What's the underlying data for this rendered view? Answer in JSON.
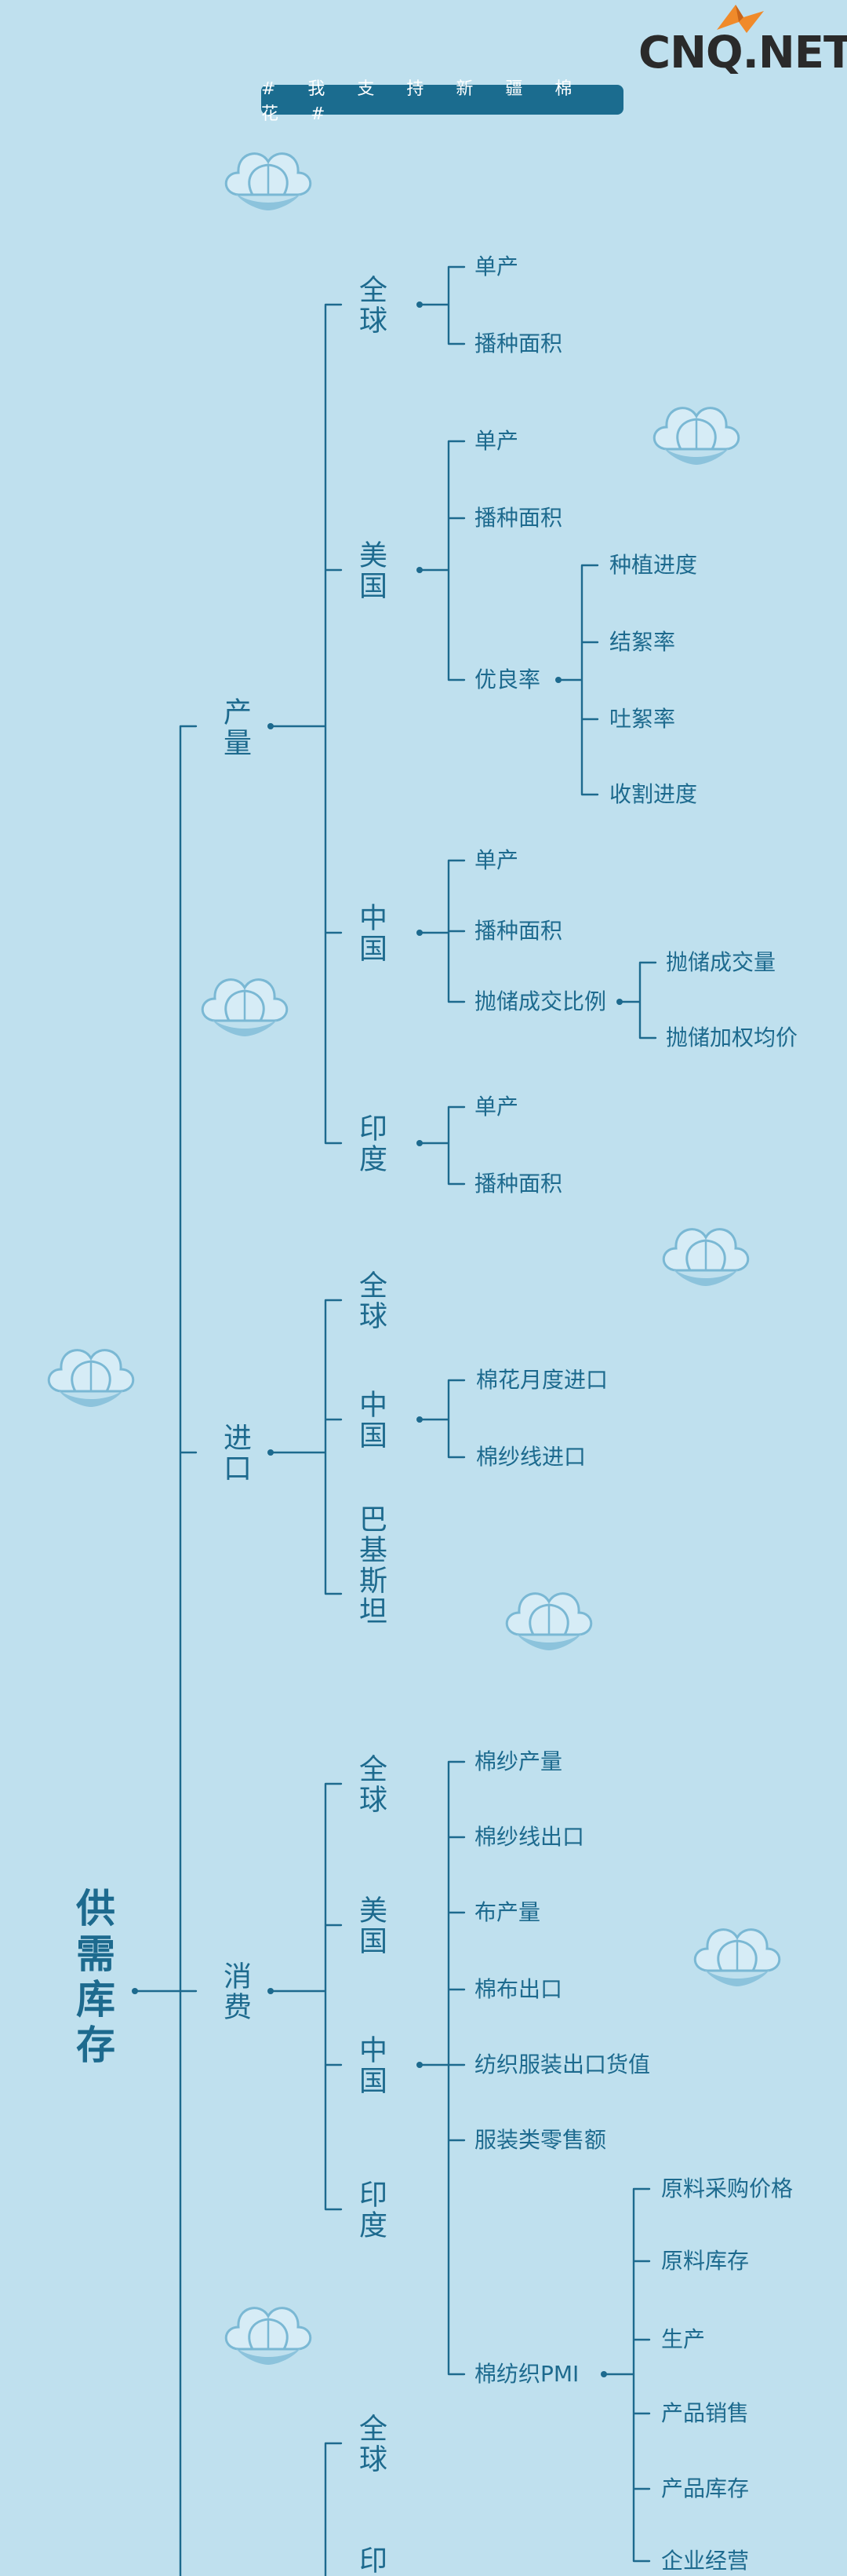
{
  "logo": {
    "text": "CNQ.NET"
  },
  "banner": "# 我 支 持 新 疆 棉 花 #",
  "colors": {
    "background": "#bfe0ee",
    "primary": "#1d6a8e",
    "banner": "#1b6c8f",
    "logo_accent": "#f08a2a"
  },
  "root": "供需库存",
  "sections": {
    "production": {
      "label": "产量",
      "global": {
        "label": "全球",
        "yield": "单产",
        "area": "播种面积"
      },
      "usa": {
        "label": "美国",
        "yield": "单产",
        "area": "播种面积",
        "good_rate": "优良率",
        "good_rate_items": [
          "种植进度",
          "结絮率",
          "吐絮率",
          "收割进度"
        ]
      },
      "china": {
        "label": "中国",
        "yield": "单产",
        "area": "播种面积",
        "reserve": "抛储成交比例",
        "reserve_items": [
          "抛储成交量",
          "抛储加权均价"
        ]
      },
      "india": {
        "label": "印度",
        "yield": "单产",
        "area": "播种面积"
      }
    },
    "import": {
      "label": "进口",
      "global": "全球",
      "china": {
        "label": "中国",
        "items": [
          "棉花月度进口",
          "棉纱线进口"
        ]
      },
      "pakistan": "巴基斯坦"
    },
    "consumption": {
      "label": "消费",
      "global": "全球",
      "usa": "美国",
      "china": {
        "label": "中国",
        "items": [
          "棉纱产量",
          "棉纱线出口",
          "布产量",
          "棉布出口",
          "纺织服装出口货值",
          "服装类零售额"
        ],
        "pmi": "棉纺织PMI",
        "pmi_items": [
          "原料采购价格",
          "原料库存",
          "生产",
          "产品销售",
          "产品库存",
          "企业经营"
        ]
      },
      "india": "印度"
    },
    "stock": {
      "global": "全球",
      "india_partial": "印"
    }
  }
}
